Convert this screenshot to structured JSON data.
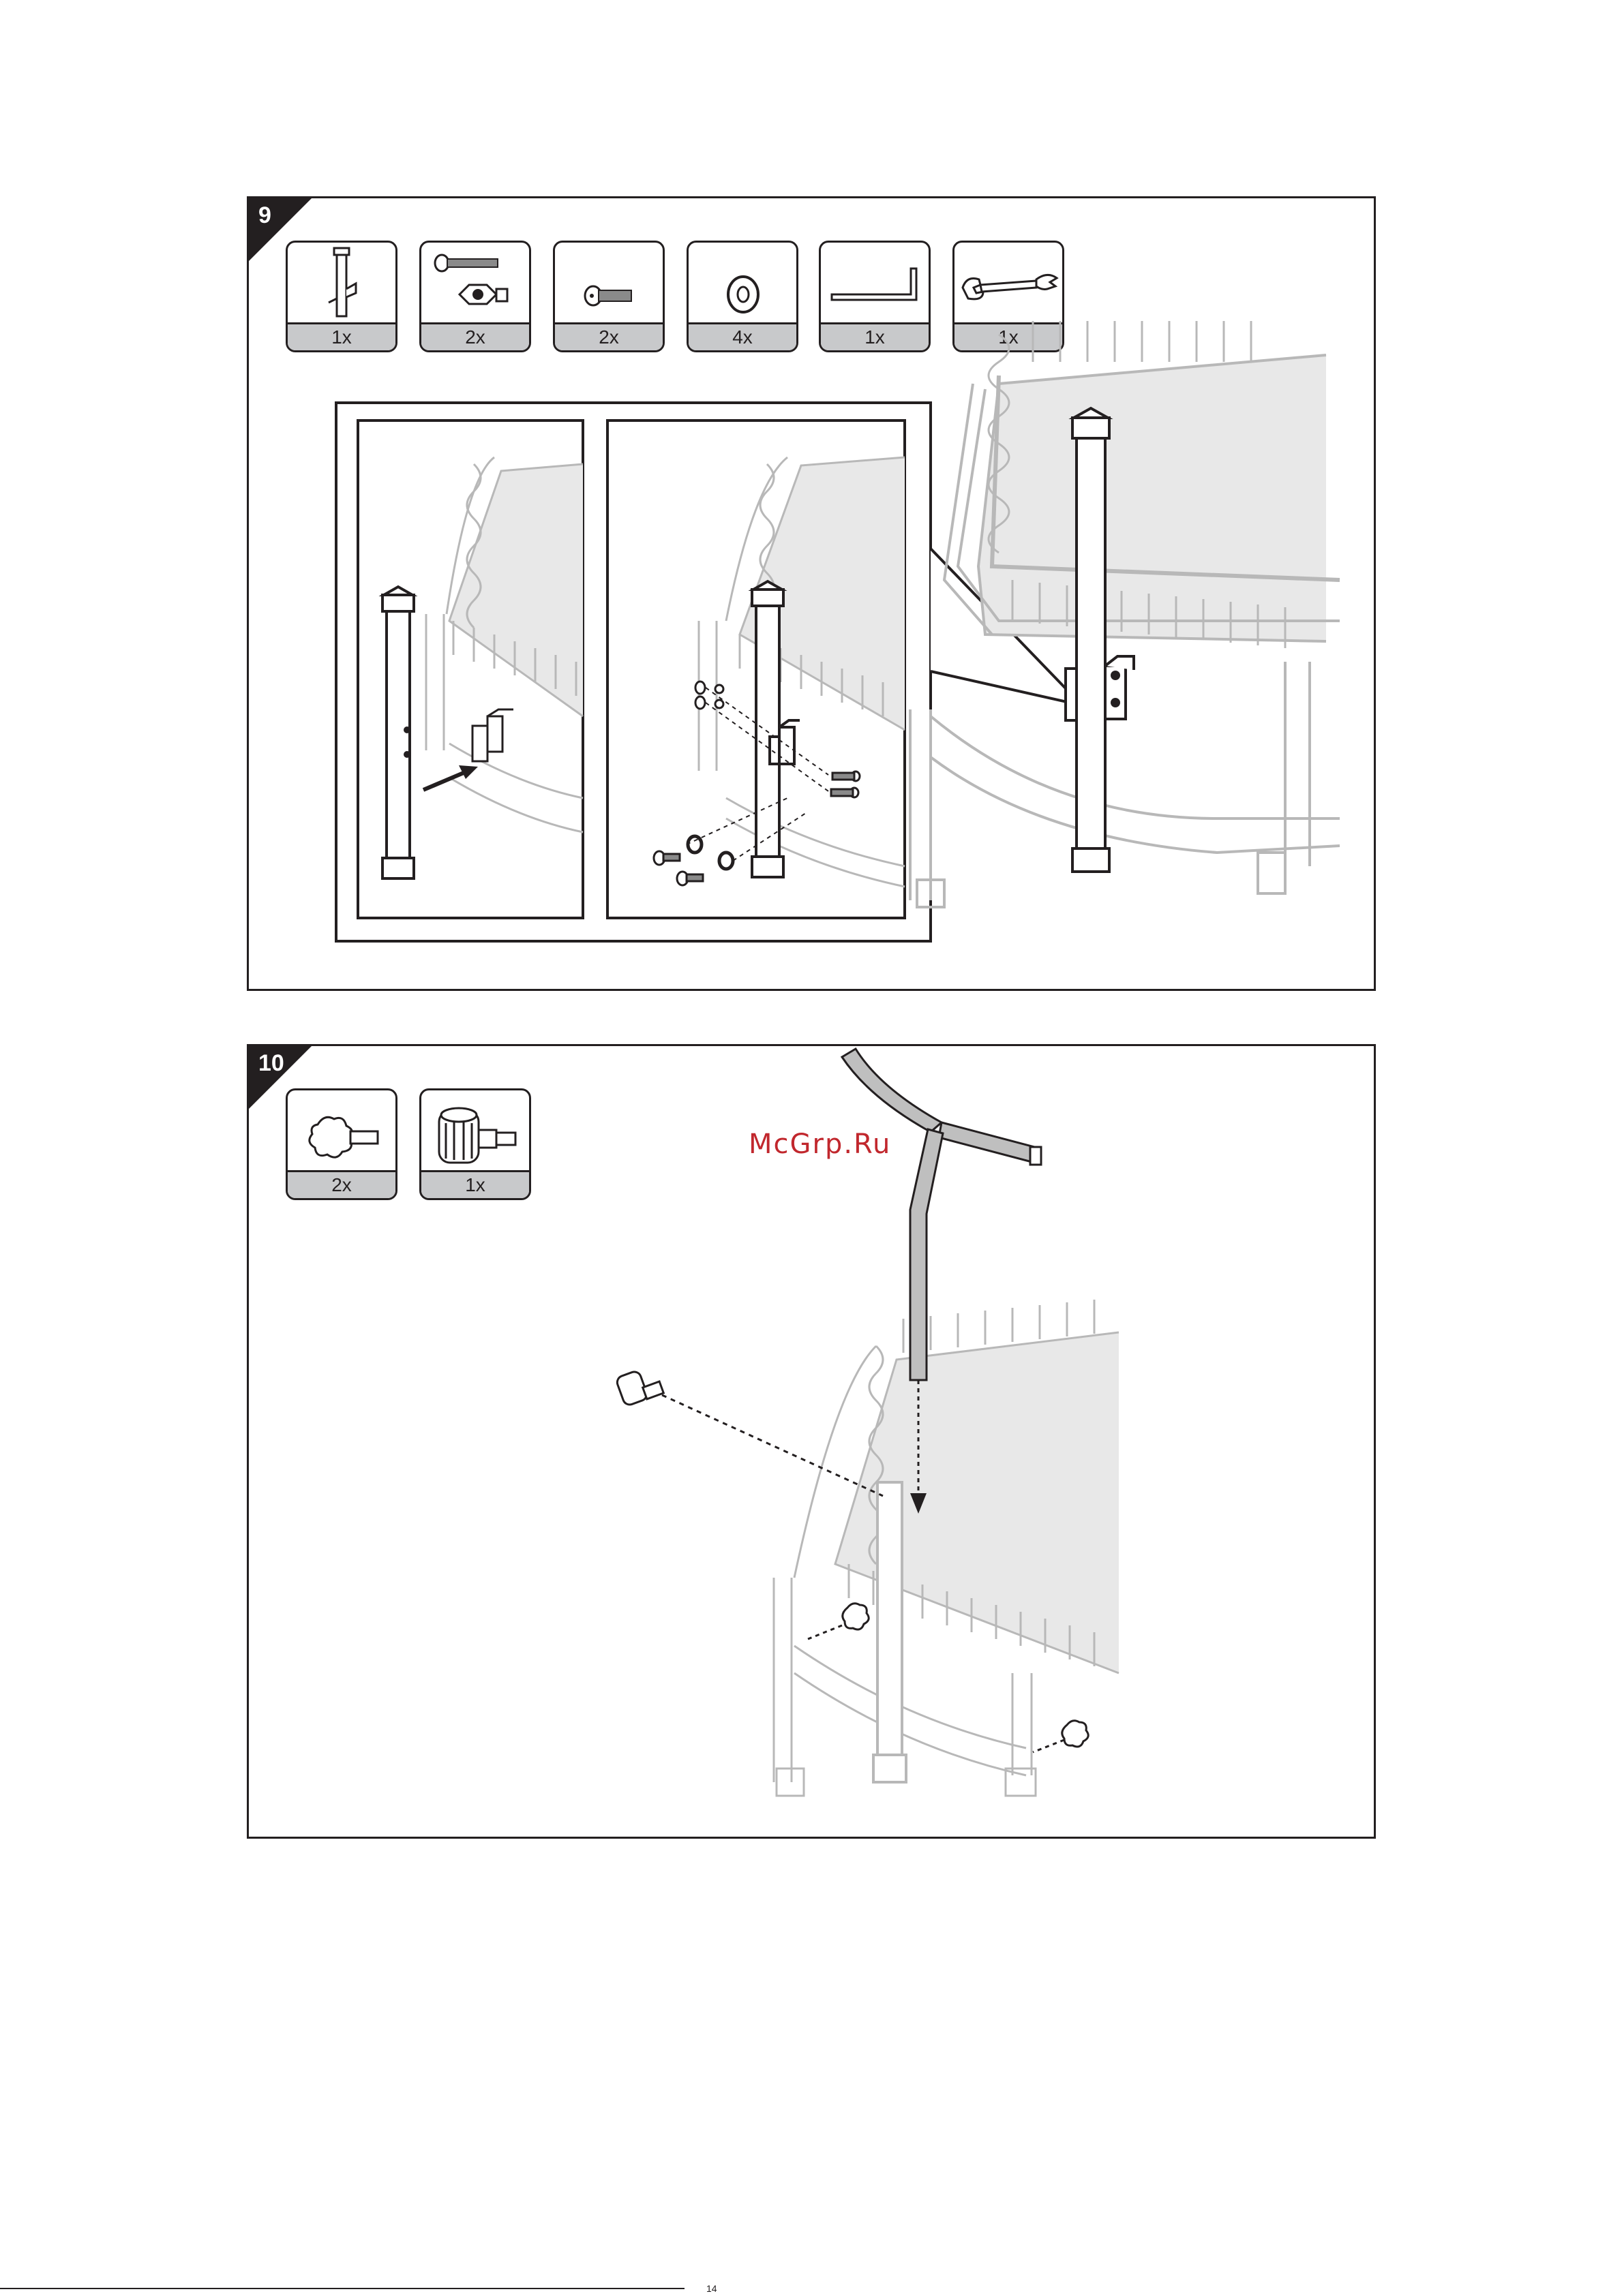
{
  "steps": [
    {
      "number": "9",
      "parts": [
        {
          "icon": "upright-post-icon",
          "qty": "1x"
        },
        {
          "icon": "bolt-and-barrel-nut-icon",
          "qty": "2x"
        },
        {
          "icon": "bolt-icon",
          "qty": "2x"
        },
        {
          "icon": "washer-icon",
          "qty": "4x"
        },
        {
          "icon": "allen-key-icon",
          "qty": "1x"
        },
        {
          "icon": "wrench-icon",
          "qty": "1x"
        }
      ]
    },
    {
      "number": "10",
      "parts": [
        {
          "icon": "knob-bolt-icon",
          "qty": "2x"
        },
        {
          "icon": "knob-screw-icon",
          "qty": "1x"
        }
      ]
    }
  ],
  "watermark": "McGrp.Ru",
  "footer": "14"
}
